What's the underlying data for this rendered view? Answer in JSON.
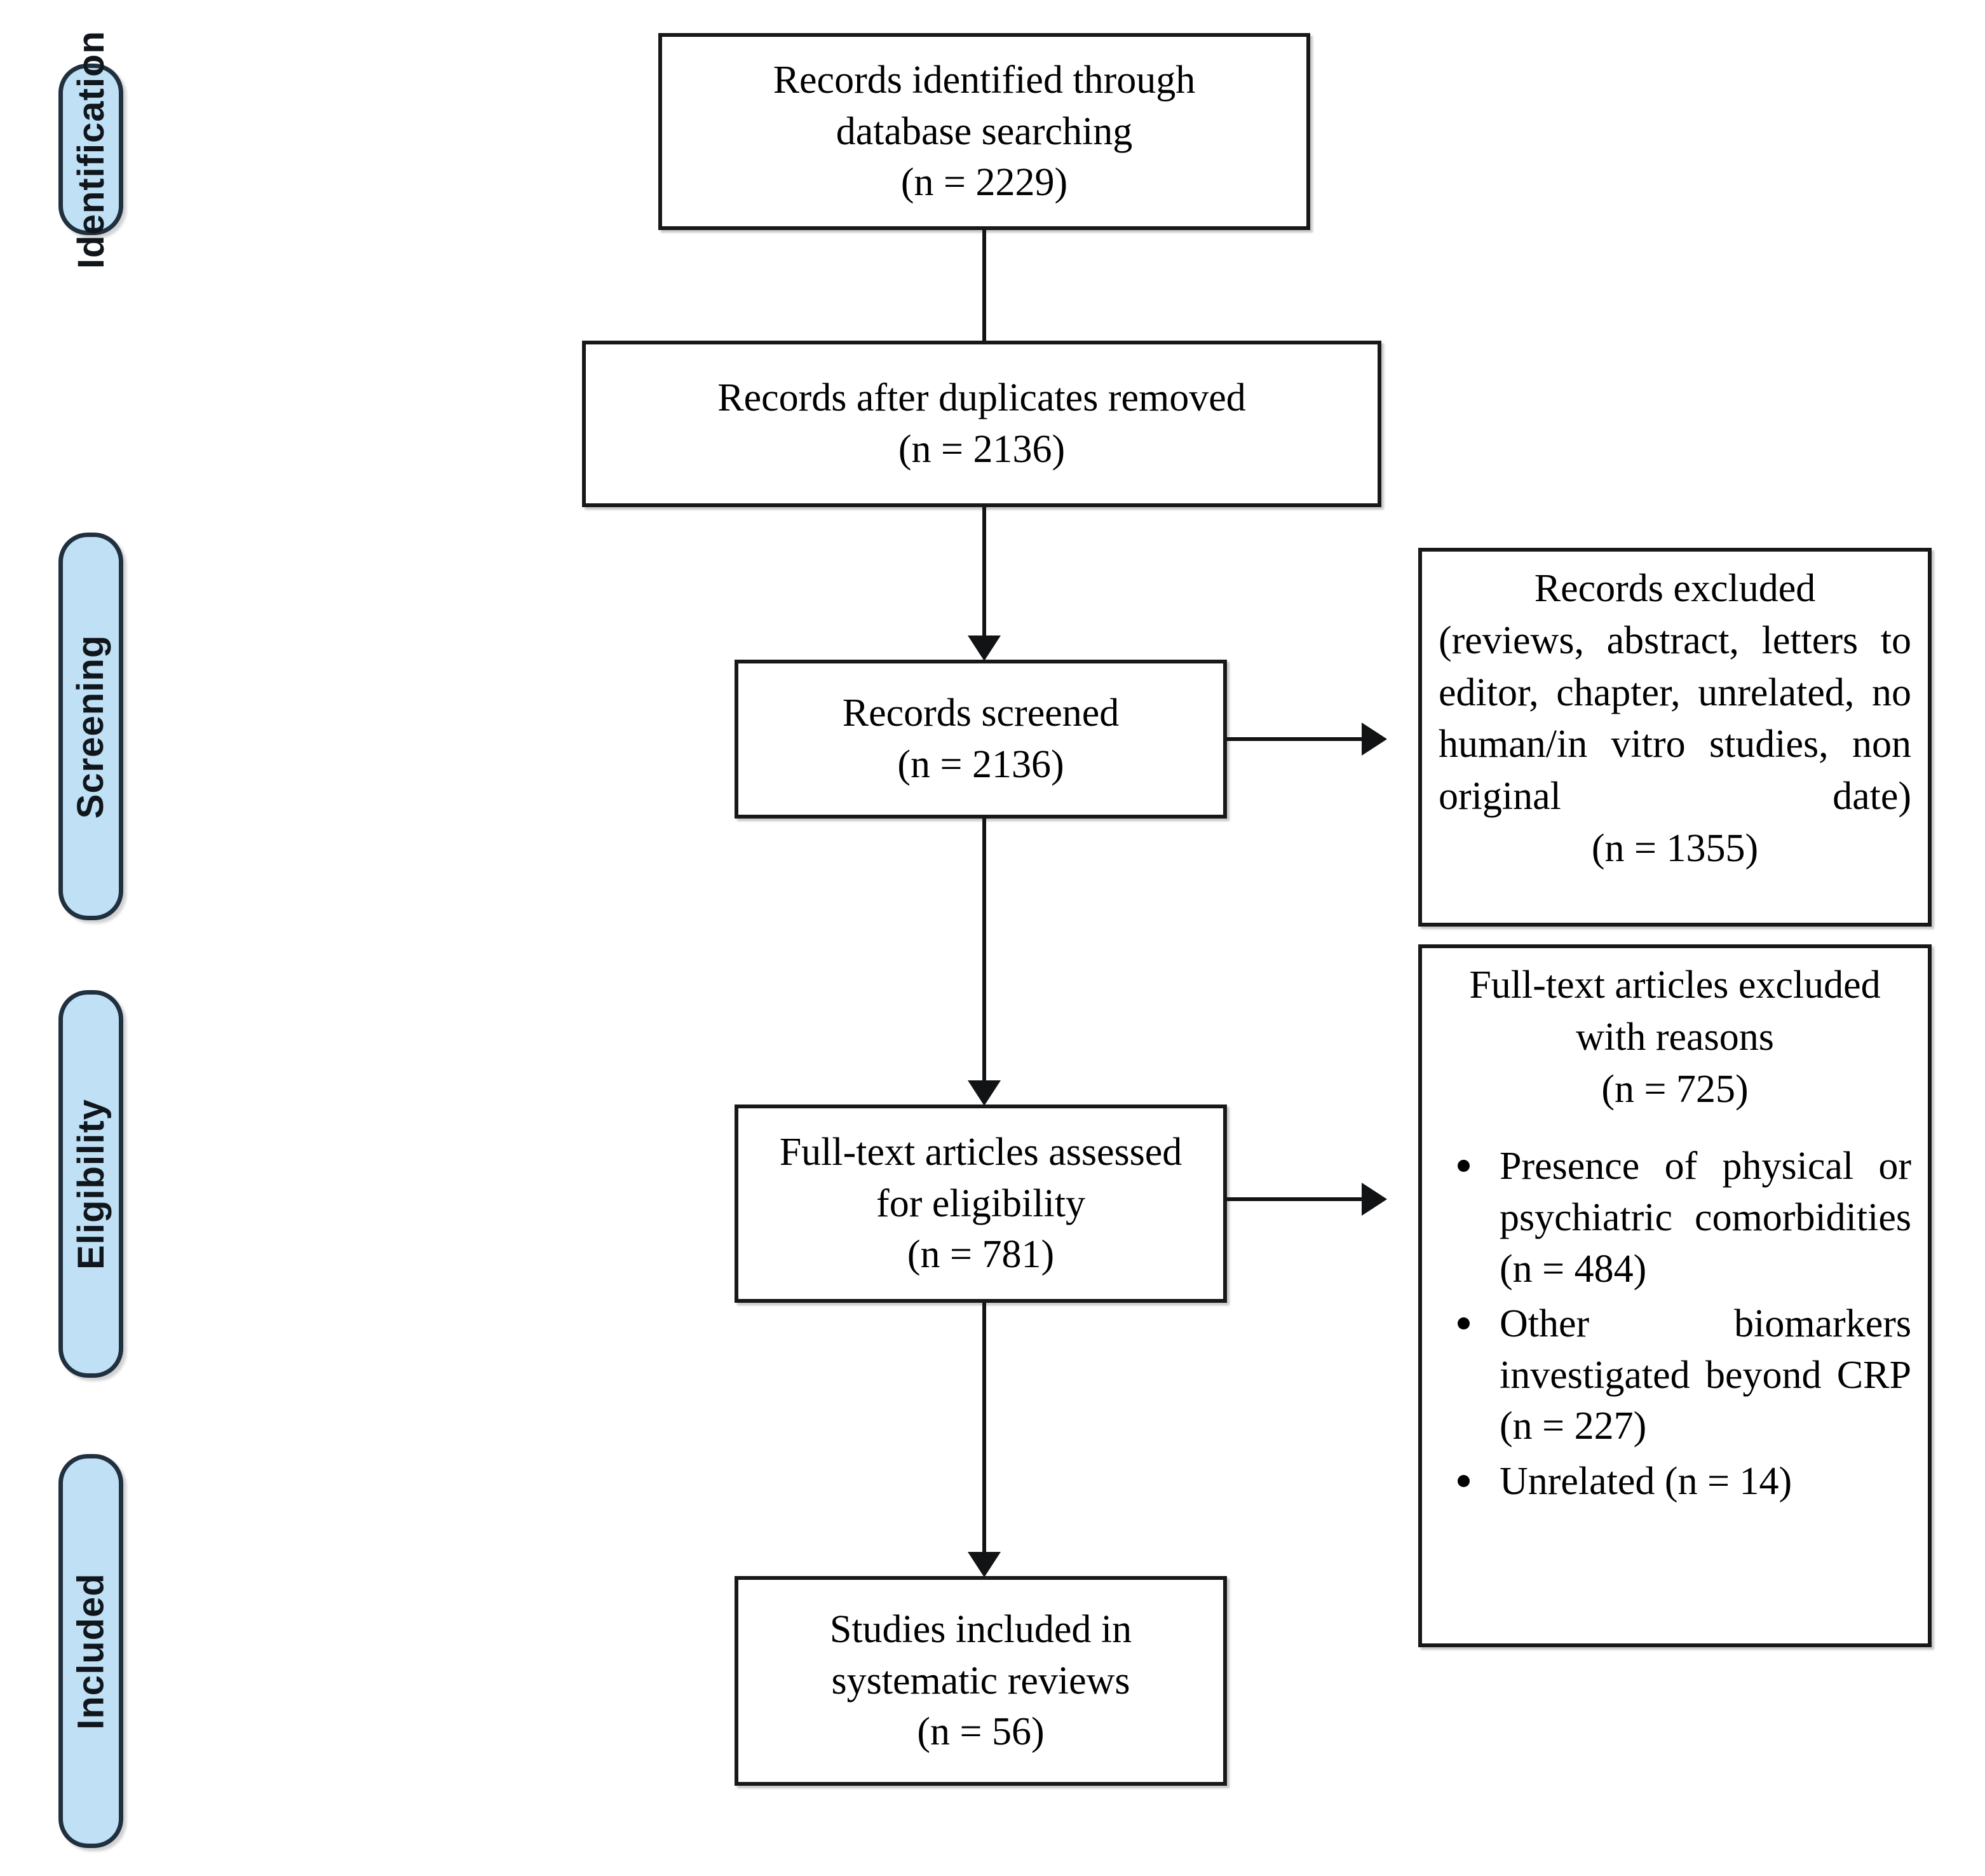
{
  "diagram": {
    "type": "prisma-flow-diagram",
    "stages": [
      {
        "id": "identification",
        "label": "Identification"
      },
      {
        "id": "screening",
        "label": "Screening"
      },
      {
        "id": "eligibility",
        "label": "Eligibility"
      },
      {
        "id": "included",
        "label": "Included"
      }
    ],
    "boxes": {
      "identified": {
        "lines": [
          "Records identified through",
          "database searching",
          "(n = 2229)"
        ]
      },
      "after_duplicates": {
        "lines": [
          "Records after duplicates removed",
          "(n = 2136)"
        ]
      },
      "screened": {
        "lines": [
          "Records screened",
          "(n = 2136)"
        ]
      },
      "records_excluded": {
        "head": "Records excluded",
        "body": "(reviews, abstract, letters to editor, chapter, unrelated, no human/in vitro studies, non original date)",
        "tail": "(n = 1355)"
      },
      "fulltext_assessed": {
        "lines": [
          "Full-text articles assessed",
          "for eligibility",
          "(n = 781)"
        ]
      },
      "fulltext_excluded": {
        "head_line1": "Full-text articles excluded",
        "head_line2": "with reasons",
        "head_line3": "(n = 725)",
        "reasons": [
          "Presence of physical or psychiatric comorbidities (n = 484)",
          "Other biomarkers investigated beyond CRP (n = 227)",
          "Unrelated (n = 14)"
        ]
      },
      "included_studies": {
        "lines": [
          "Studies included in",
          "systematic reviews",
          "(n = 56)"
        ]
      }
    },
    "colors": {
      "stage_fill": "#bfe0f5",
      "stage_border": "#21303f",
      "box_border": "#16181a",
      "connector": "#111315",
      "background": "#ffffff"
    }
  }
}
